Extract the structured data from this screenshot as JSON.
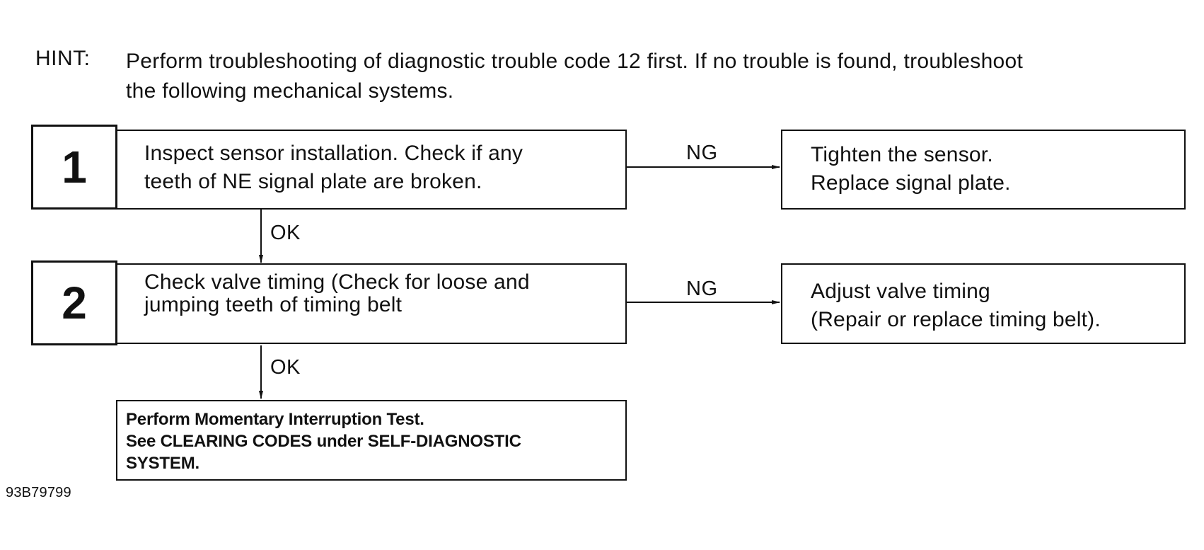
{
  "hint": {
    "label": "HINT:",
    "line1": "Perform troubleshooting of diagnostic trouble code 12 first. If no trouble is found, troubleshoot",
    "line2": "the following mechanical systems."
  },
  "steps": [
    {
      "number": "1",
      "text_line1": "Inspect sensor installation. Check if any",
      "text_line2": "teeth of NE signal plate are broken.",
      "ng_label": "NG",
      "ng_action_line1": "Tighten the sensor.",
      "ng_action_line2": "Replace signal plate.",
      "ok_label": "OK"
    },
    {
      "number": "2",
      "text_line1": "Check valve timing (Check for loose and",
      "text_line2": "jumping teeth of timing belt",
      "ng_label": "NG",
      "ng_action_line1": "Adjust valve timing",
      "ng_action_line2": "(Repair or replace timing belt).",
      "ok_label": "OK"
    }
  ],
  "final": {
    "line1": "Perform Momentary Interruption Test.",
    "line2": "See CLEARING CODES under SELF-DIAGNOSTIC",
    "line3": "SYSTEM."
  },
  "figure_id": "93B79799"
}
